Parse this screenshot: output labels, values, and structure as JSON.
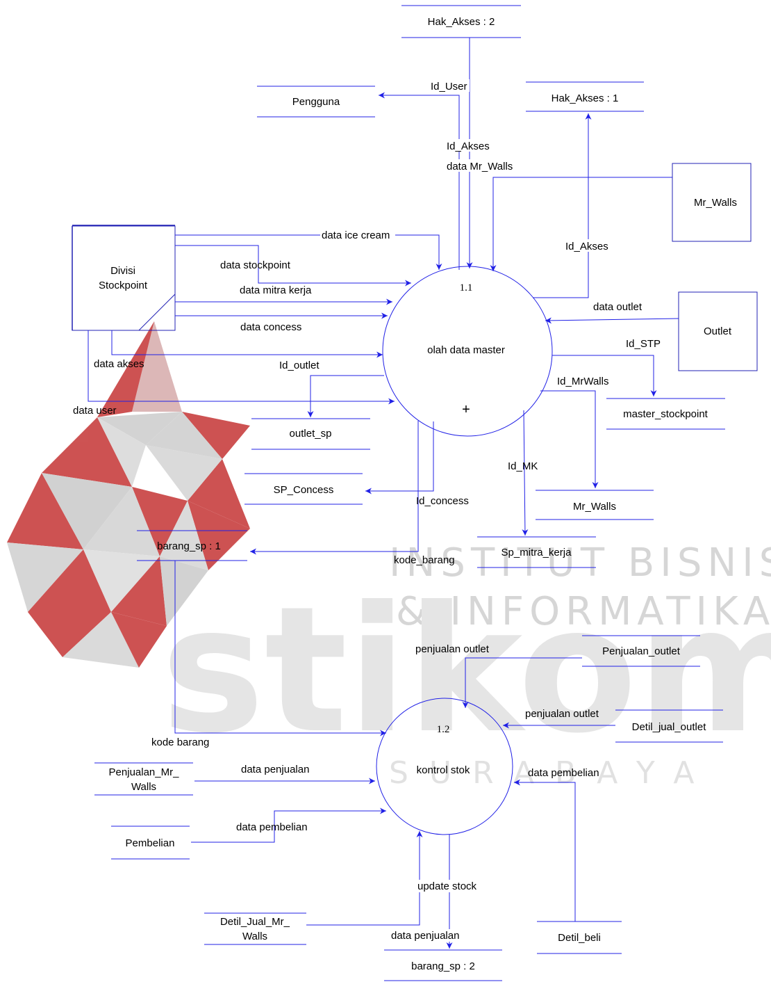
{
  "watermark": {
    "line1": "INSTITUT BISNIS",
    "line2": "& INFORMATIKA",
    "logo_word": "stikom",
    "city": "SURABAYA"
  },
  "processes": {
    "p1": {
      "id": "1.1",
      "name": "olah data master",
      "marker": "+"
    },
    "p2": {
      "id": "1.2",
      "name": "kontrol stok"
    }
  },
  "entities": {
    "divisi": {
      "line1": "Divisi",
      "line2": "Stockpoint"
    },
    "mr_walls": "Mr_Walls",
    "outlet": "Outlet"
  },
  "stores": {
    "hak_akses_2": "Hak_Akses : 2",
    "pengguna": "Pengguna",
    "hak_akses_1": "Hak_Akses : 1",
    "master_stockpoint": "master_stockpoint",
    "outlet_sp": "outlet_sp",
    "sp_concess": "SP_Concess",
    "mr_walls_store": "Mr_Walls",
    "barang_sp_1": "barang_sp : 1",
    "sp_mitra_kerja": "Sp_mitra_kerja",
    "penjualan_outlet": "Penjualan_outlet",
    "detil_jual_outlet": "Detil_jual_outlet",
    "penjualan_mr_walls": {
      "line1": "Penjualan_Mr_",
      "line2": "Walls"
    },
    "pembelian": "Pembelian",
    "detil_jual_mr_walls": {
      "line1": "Detil_Jual_Mr_",
      "line2": "Walls"
    },
    "detil_beli": "Detil_beli",
    "barang_sp_2": "barang_sp : 2"
  },
  "flows": {
    "id_user": "Id_User",
    "id_akses_top": "Id_Akses",
    "data_mr_walls": "data Mr_Walls",
    "id_akses_right": "Id_Akses",
    "data_ice_cream": "data ice cream",
    "data_stockpoint": "data stockpoint",
    "data_mitra_kerja": "data mitra kerja",
    "data_concess": "data concess",
    "data_akses": "data akses",
    "data_user": "data user",
    "id_outlet": "Id_outlet",
    "data_outlet": "data outlet",
    "id_stp": "Id_STP",
    "id_mrwalls": "Id_MrWalls",
    "id_mk": "Id_MK",
    "id_concess": "Id_concess",
    "kode_barang_1": "kode_barang",
    "penjualan_outlet_1": "penjualan outlet",
    "penjualan_outlet_2": "penjualan outlet",
    "kode_barang_2": "kode barang",
    "data_penjualan_1": "data penjualan",
    "data_pembelian_1": "data pembelian",
    "data_pembelian_2": "data pembelian",
    "update_stock": "update stock",
    "data_penjualan_2": "data penjualan"
  },
  "colors": {
    "flow": "#2020e6",
    "entity": "#2020b4",
    "process": "#2020e6",
    "store": "#2020e6",
    "watermark_red": "#c62a2a",
    "watermark_grey": "#d4d4d4"
  }
}
